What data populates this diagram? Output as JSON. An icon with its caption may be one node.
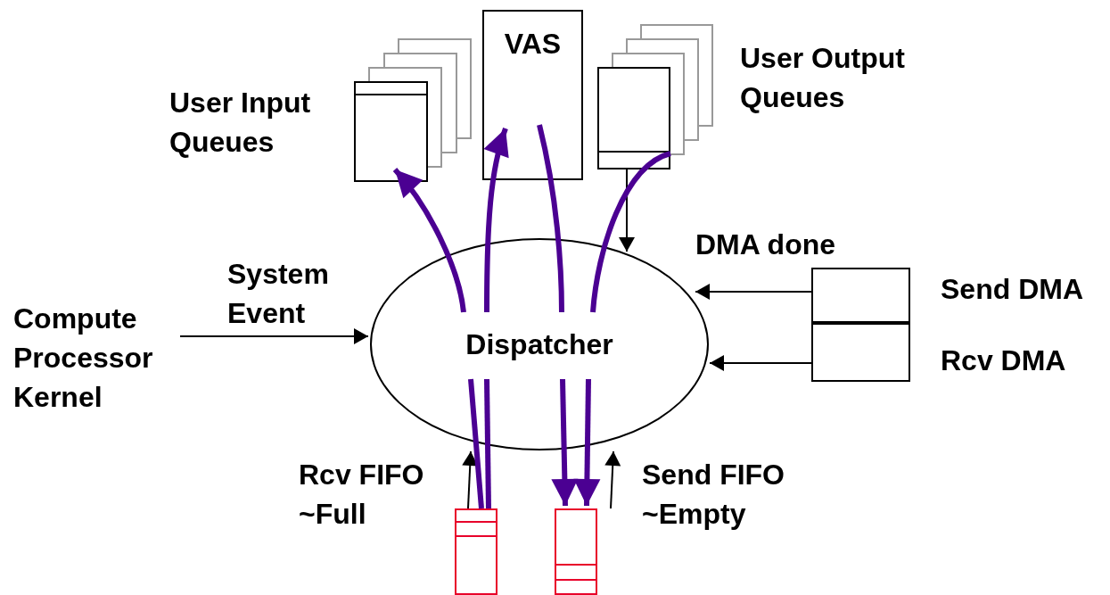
{
  "diagram": {
    "nodes": [
      {
        "text": [
          "Dispatcher"
        ]
      },
      {
        "text": [
          "VAS"
        ]
      },
      {
        "text": [
          "User Input Queues"
        ]
      },
      {
        "text": [
          "User Output Queues"
        ]
      },
      {
        "text": [],
        "shape": "box",
        "beside": [
          "Send DMA"
        ]
      },
      {
        "text": [],
        "shape": "box",
        "beside": [
          "Rcv DMA"
        ]
      },
      {
        "text": [
          "Compute Processor Kernel"
        ]
      },
      {
        "text": [],
        "shape": "box"
      },
      {
        "text": [],
        "shape": "box"
      }
    ],
    "edges": [
      {
        "from": 6,
        "to": 0,
        "arrow": "to",
        "label": "System Event",
        "color": "#000000"
      },
      {
        "from": 4,
        "to": 0,
        "arrow": "to",
        "label": "DMA done",
        "color": "#000000"
      },
      {
        "from": 5,
        "to": 0,
        "arrow": "to",
        "color": "#000000"
      },
      {
        "from": 3,
        "to": 0,
        "arrow": "to",
        "color": "#000000"
      },
      {
        "from": 7,
        "to": 0,
        "arrow": "to",
        "label": "Rcv FIFO ~Full",
        "color": "#000000"
      },
      {
        "from": 8,
        "to": 0,
        "arrow": "to",
        "label": "Send FIFO ~Empty",
        "color": "#000000"
      },
      {
        "from": 7,
        "to": 0,
        "arrow": "none"
      },
      {
        "from": 0,
        "to": 2,
        "arrow": "to"
      },
      {
        "from": 7,
        "to": 0,
        "arrow": "none"
      },
      {
        "from": 0,
        "to": 1,
        "arrow": "to"
      },
      {
        "from": 1,
        "to": 0,
        "arrow": "none"
      },
      {
        "from": 0,
        "to": 8,
        "arrow": "to"
      },
      {
        "from": 3,
        "to": 0,
        "arrow": "none"
      },
      {
        "from": 0,
        "to": 8,
        "arrow": "to"
      }
    ]
  }
}
